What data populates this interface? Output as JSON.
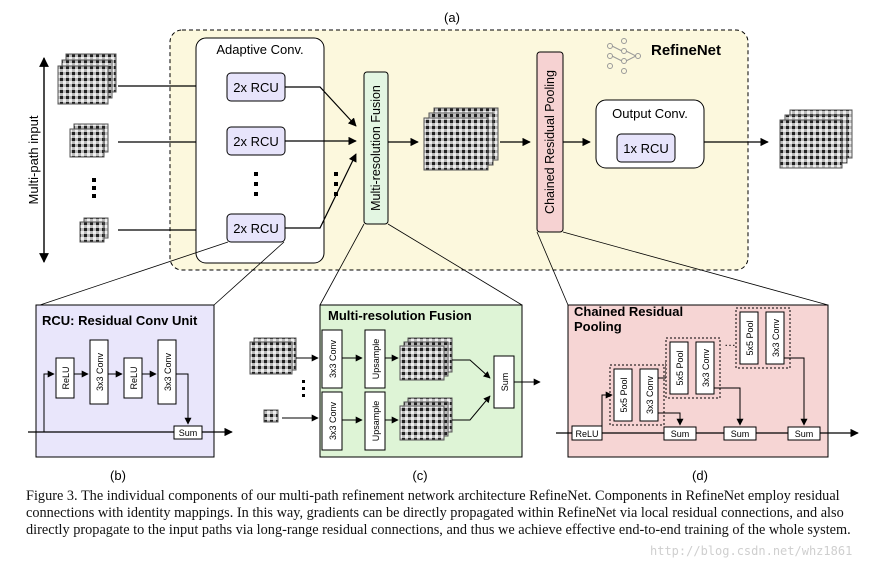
{
  "top": {
    "panel_label": "(a)",
    "brand": "RefineNet",
    "input_axis_label": "Multi-path input",
    "adaptive_conv_title": "Adaptive Conv.",
    "rcu_block_labels": [
      "2x RCU",
      "2x RCU",
      "2x RCU"
    ],
    "mrf_label": "Multi-resolution Fusion",
    "crp_label": "Chained Residual Pooling",
    "output_conv_title": "Output Conv.",
    "output_rcu_label": "1x RCU",
    "ellipsis": "…"
  },
  "panel_b": {
    "title": "RCU: Residual Conv Unit",
    "layers": [
      "ReLU",
      "3x3 Conv",
      "ReLU",
      "3x3 Conv"
    ],
    "sum": "Sum",
    "label": "(b)"
  },
  "panel_c": {
    "title": "Multi-resolution Fusion",
    "conv_labels": [
      "3x3 Conv",
      "3x3 Conv"
    ],
    "upsample_labels": [
      "Upsample",
      "Upsample"
    ],
    "sum": "Sum",
    "label": "(c)"
  },
  "panel_d": {
    "title_line1": "Chained Residual",
    "title_line2": "Pooling",
    "relu": "ReLU",
    "pool_labels": [
      "5x5 Pool",
      "5x5 Pool",
      "5x5 Pool"
    ],
    "conv_labels": [
      "3x3 Conv",
      "3x3 Conv",
      "3x3 Conv"
    ],
    "sum_labels": [
      "Sum",
      "Sum",
      "Sum"
    ],
    "label": "(d)"
  },
  "caption": "Figure 3. The individual components of our multi-path refinement network architecture RefineNet. Components in RefineNet employ residual connections with identity mappings. In this way, gradients can be directly propagated within RefineNet via local residual connections, and also directly propagate to the input paths via long-range residual connections, and thus we achieve effective end-to-end training of the whole system.",
  "watermark": "http://blog.csdn.net/whz1861",
  "colors": {
    "refinenet_bg": "#fcf8dd",
    "rcu_panel_bg": "#e9e6fb",
    "mrf_panel_bg": "#def4d6",
    "crp_panel_bg": "#f6d5d4",
    "block_fill": "#e7e4fb",
    "mrf_block_fill": "#e3f6e2",
    "crp_block_fill": "#f6d2d2"
  }
}
